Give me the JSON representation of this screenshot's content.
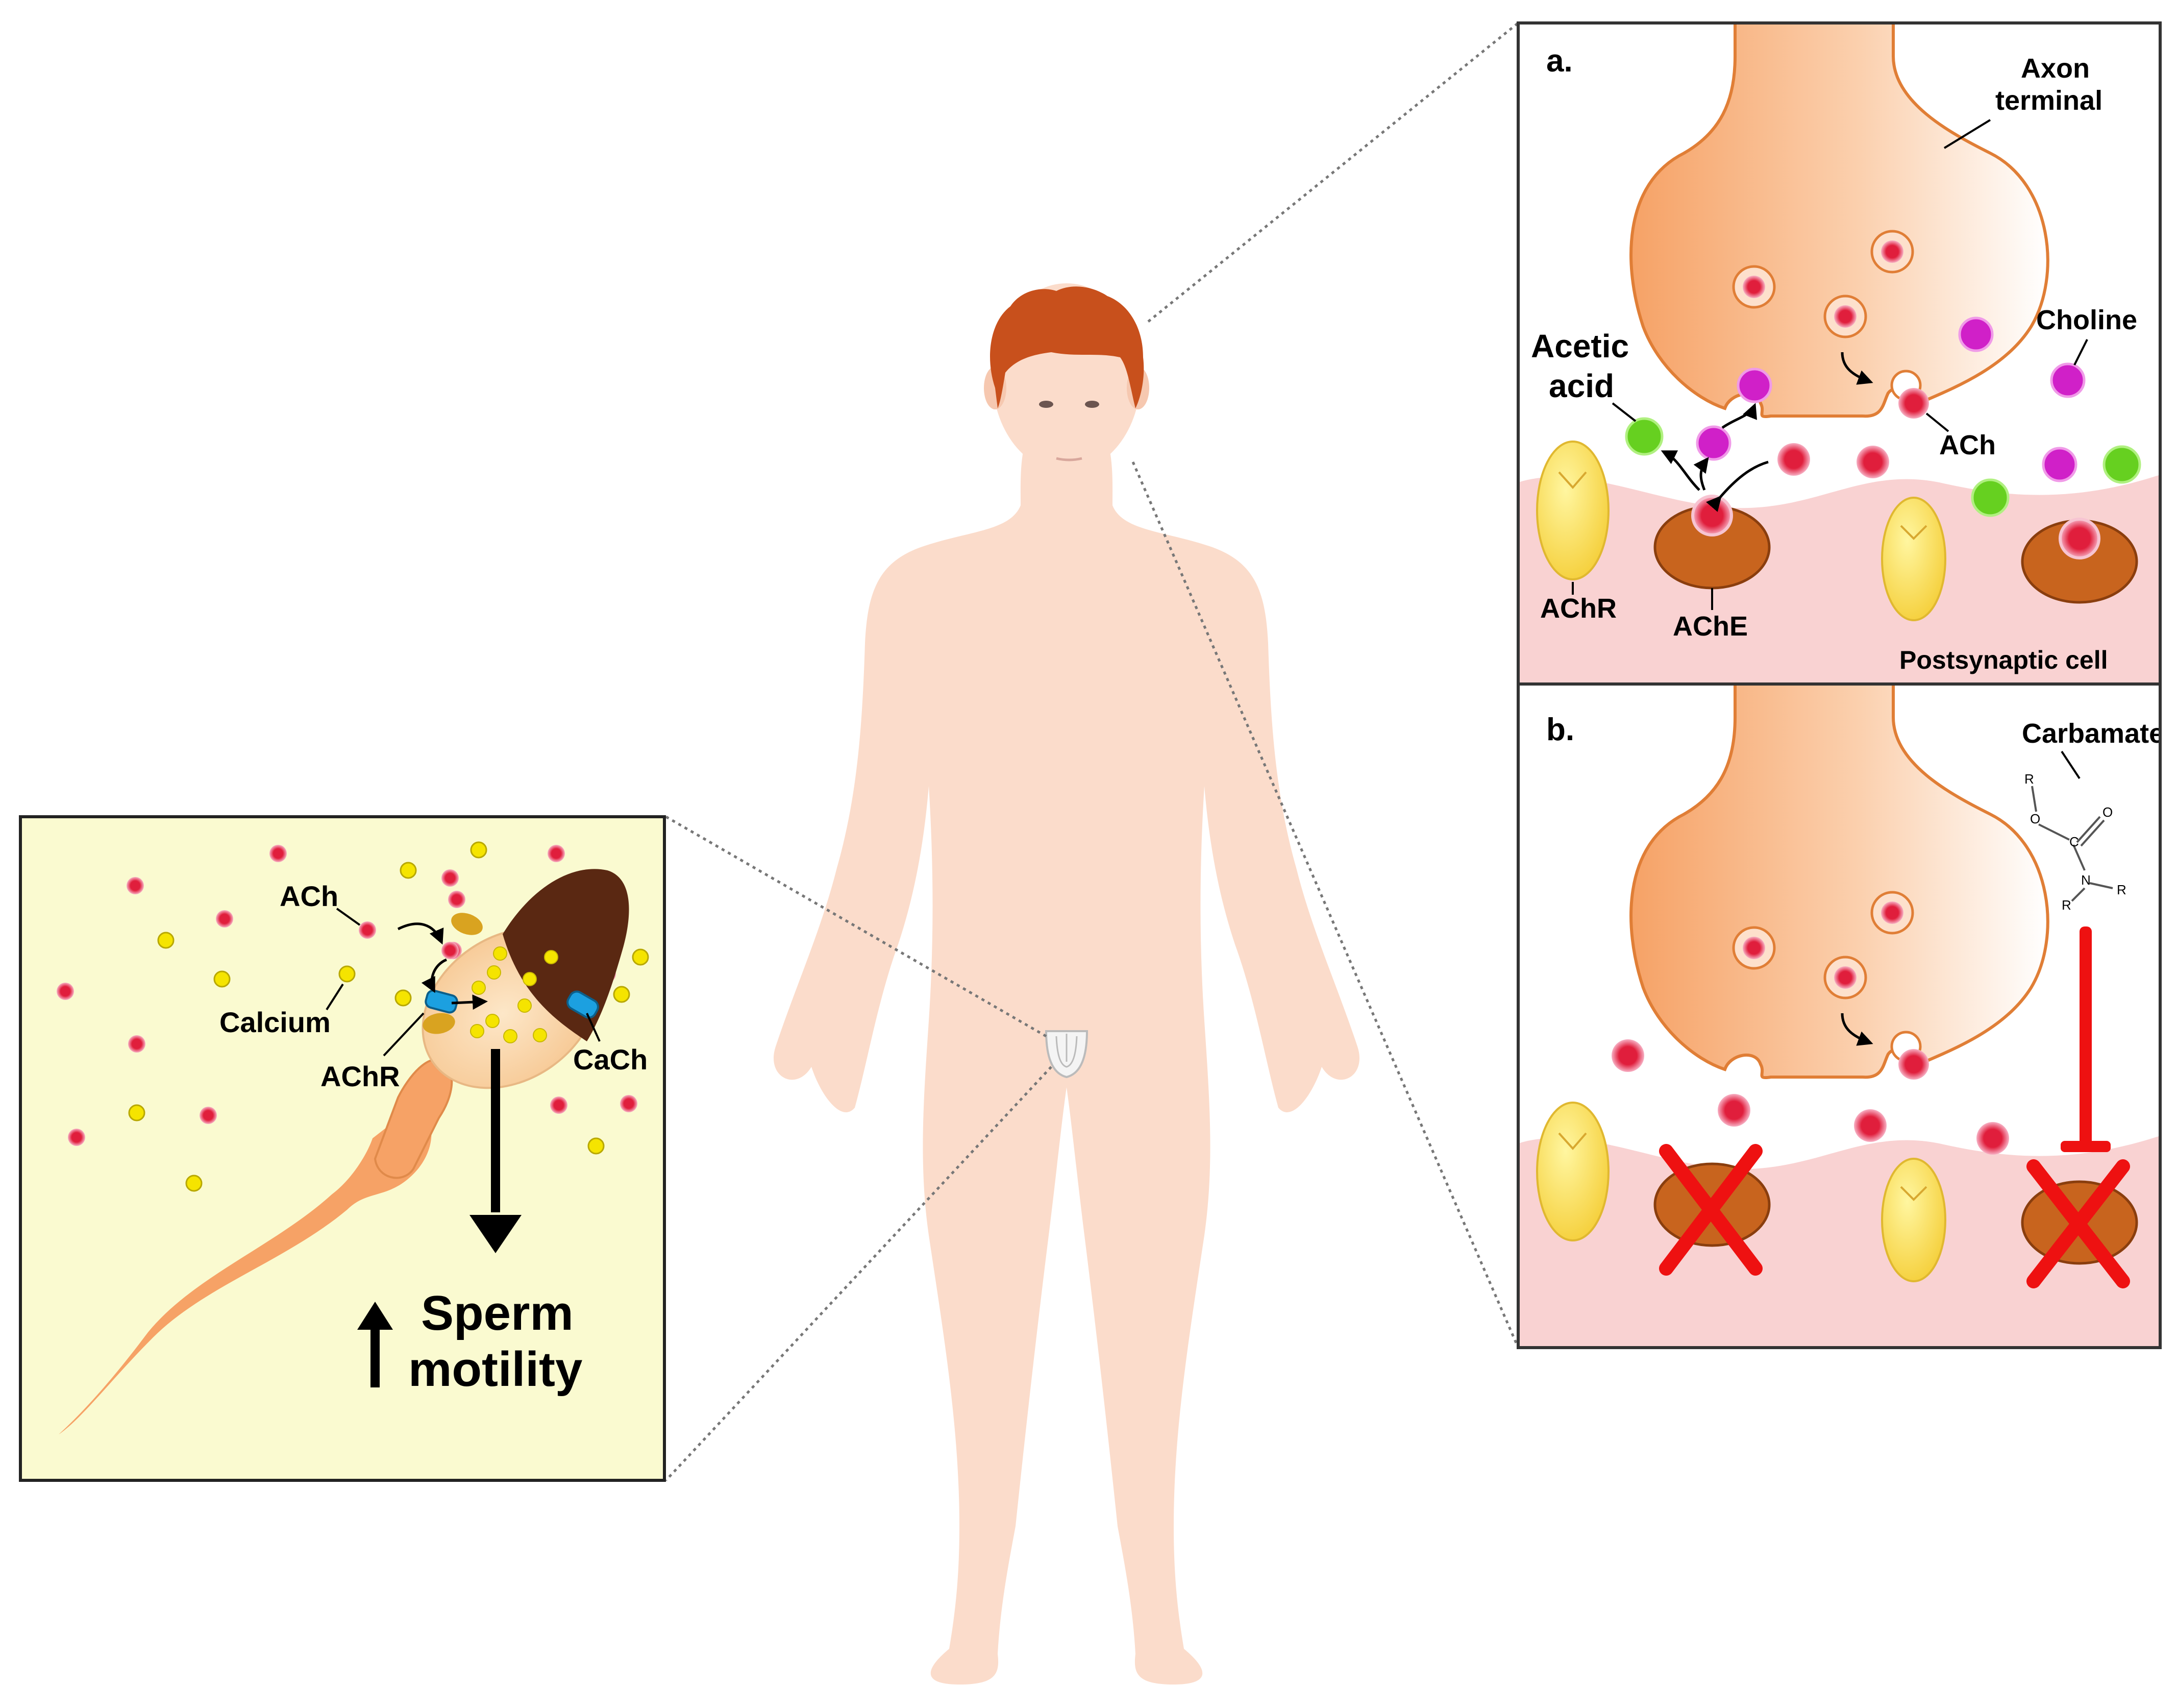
{
  "colors": {
    "skin": "#fbdccb",
    "hair": "#c8501c",
    "axon_orange": "#f6a266",
    "ach_red": "#e0283c",
    "choline_magenta": "#d020c8",
    "acetic_green": "#66d020",
    "achr_yellow": "#f9d64a",
    "ache_brown": "#c8641e",
    "postsynaptic_pink": "#f9d2d2",
    "sperm_box_bg": "#fafad0",
    "calcium_yellow": "#f2e200",
    "channel_blue": "#1ca0e0",
    "inhibit_red": "#ee1111",
    "sperm_cap": "#5a2812"
  },
  "sperm_panel": {
    "label_ach": "ACh",
    "label_calcium": "Calcium",
    "label_achr": "AChR",
    "label_cach": "CaCh",
    "motility_line1": "Sperm",
    "motility_line2": "motility",
    "icon_up": "up-arrow-icon",
    "icon_down": "down-arrow-icon"
  },
  "panel_a": {
    "letter": "a.",
    "axon_terminal_line1": "Axon",
    "axon_terminal_line2": "terminal",
    "choline": "Choline",
    "acetic_line1": "Acetic",
    "acetic_line2": "acid",
    "ach": "ACh",
    "achr": "AChR",
    "ache": "AChE",
    "postsynaptic": "Postsynaptic cell"
  },
  "panel_b": {
    "letter": "b.",
    "carbamate": "Carbamate",
    "struct_r": "R",
    "struct_o": "O",
    "struct_c": "C",
    "struct_n": "N",
    "inhibit_icon": "inhibit-bar-icon",
    "cross_icon": "cross-icon"
  }
}
